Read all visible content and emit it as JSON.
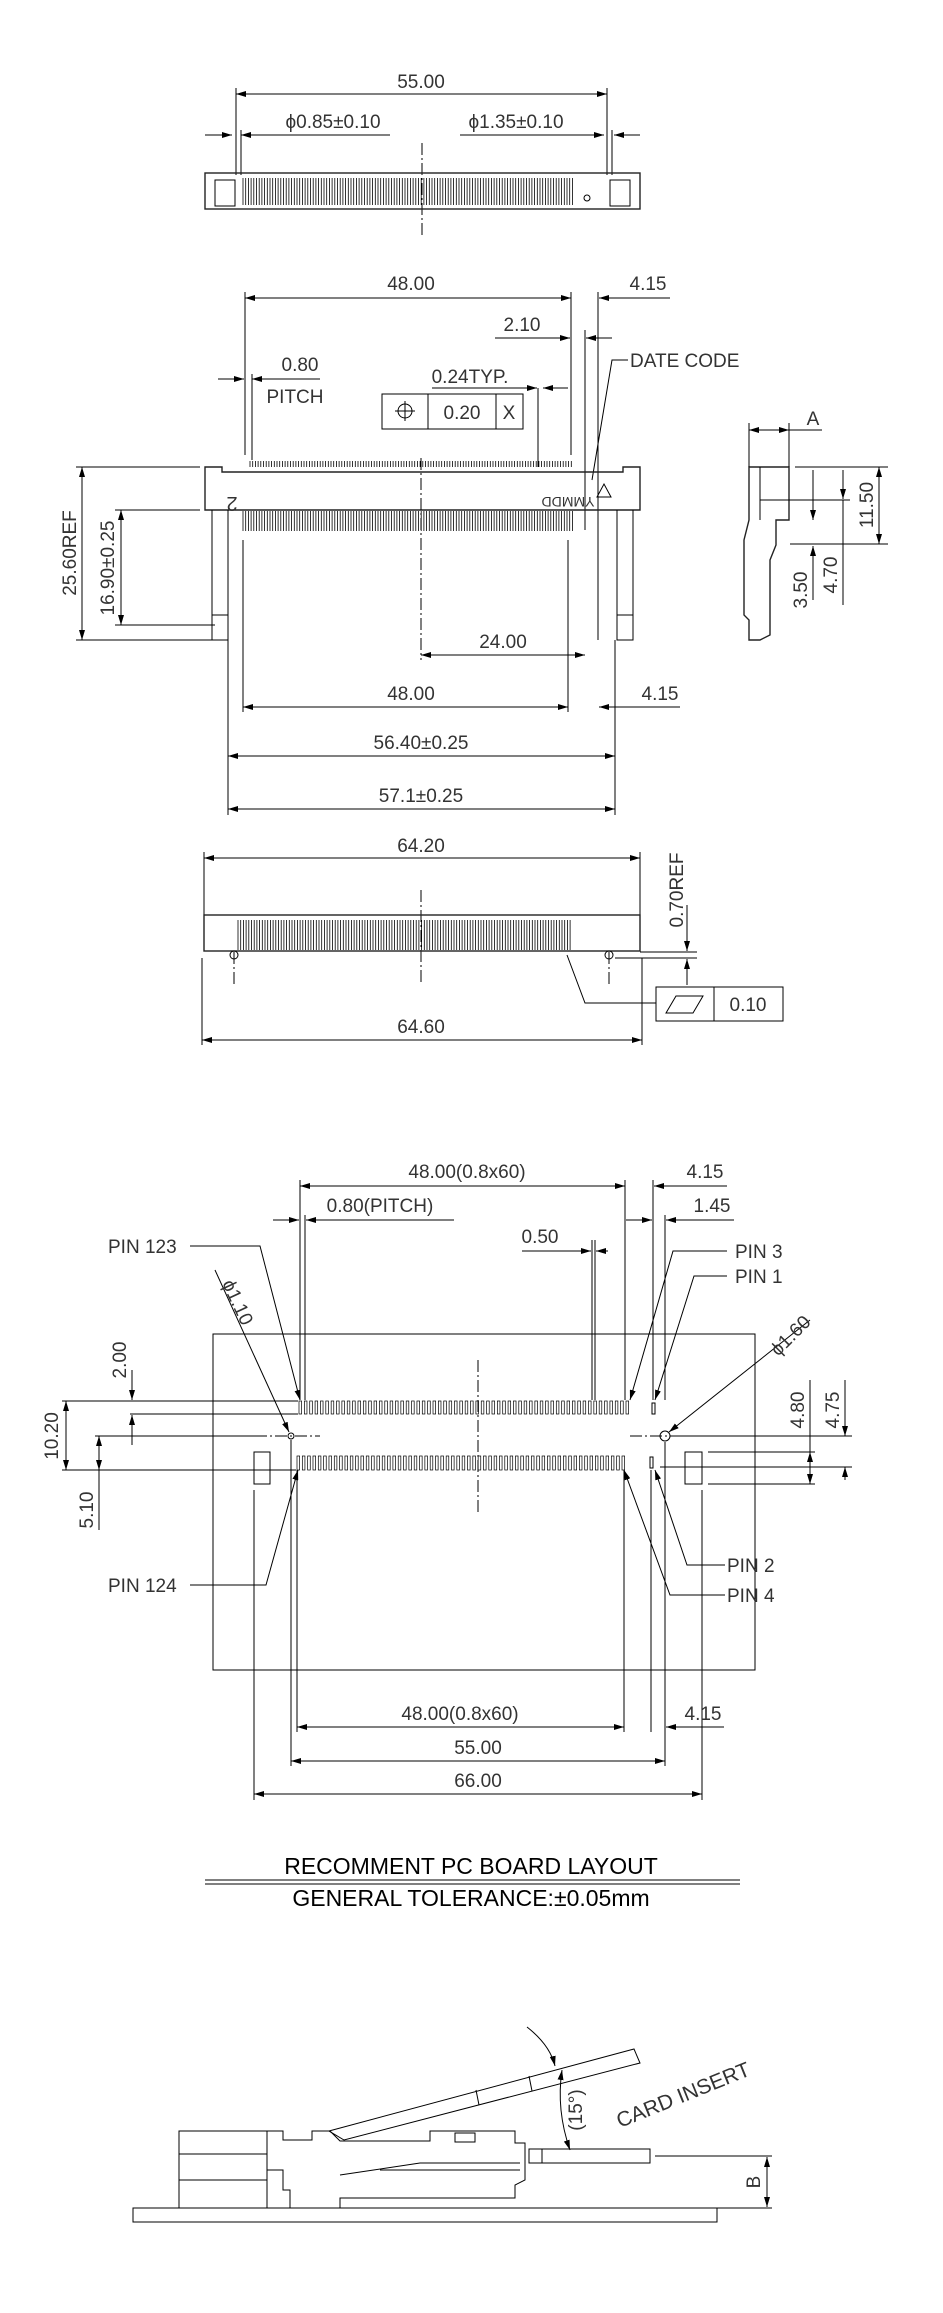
{
  "top_view": {
    "overall_width": "55.00",
    "hole_left": "ϕ0.85±0.10",
    "hole_right": "ϕ1.35±0.10"
  },
  "front_view": {
    "pitch_span_top": "48.00",
    "offset_right_top": "4.15",
    "offset_2_10": "2.10",
    "date_code": "DATE CODE",
    "pitch_value": "0.80",
    "pitch_label": "PITCH",
    "pin_width": "0.24TYP.",
    "position_tolerance": {
      "symbol": "position-icon",
      "value": "0.20",
      "datum": "X"
    },
    "marking_number": "2",
    "marking_date": "YMMDD",
    "height_ref": "25.60REF",
    "height_tol": "16.90±0.25",
    "half_span": "24.00",
    "pitch_span_bottom": "48.00",
    "offset_right_bottom": "4.15",
    "width_inner": "56.40±0.25",
    "width_outer": "57.1±0.25"
  },
  "side_view": {
    "label_a": "A",
    "dim_11_50": "11.50",
    "dim_4_70": "4.70",
    "dim_3_50": "3.50"
  },
  "bottom_view": {
    "top_width": "64.20",
    "bottom_width": "64.60",
    "height_ref": "0.70REF",
    "flatness": {
      "symbol": "flatness-icon",
      "value": "0.10"
    }
  },
  "pcb_layout": {
    "pitch_span_top": "48.00(0.8x60)",
    "offset_4_15_top": "4.15",
    "pitch": "0.80(PITCH)",
    "offset_1_45": "1.45",
    "pad_width": "0.50",
    "pin_123": "PIN 123",
    "pin_3": "PIN 3",
    "pin_1": "PIN 1",
    "hole_small": "ϕ1.10",
    "hole_large": "ϕ1.60",
    "dim_2_00": "2.00",
    "dim_10_20": "10.20",
    "dim_5_10": "5.10",
    "dim_4_80": "4.80",
    "dim_4_75": "4.75",
    "pin_2": "PIN 2",
    "pin_4": "PIN 4",
    "pin_124": "PIN 124",
    "pitch_span_bottom": "48.00(0.8x60)",
    "offset_4_15_bottom": "4.15",
    "hole_span": "55.00",
    "overall": "66.00"
  },
  "title": "RECOMMENT PC BOARD LAYOUT",
  "tolerance": "GENERAL TOLERANCE:±0.05mm",
  "card_insert": {
    "angle": "(15°)",
    "label": "CARD INSERT",
    "dim_b": "B"
  }
}
